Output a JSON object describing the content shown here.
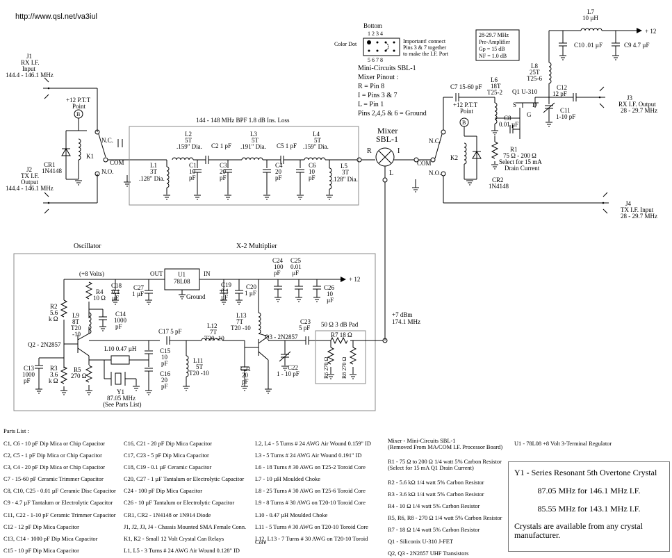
{
  "url": "http://www.qsl.net/va3iul",
  "labels": {
    "j1": "J1",
    "j1a": "RX I.F.",
    "j1b": "Input",
    "j1c": "144.4 - 146.1 MHz",
    "j2": "J2",
    "j2a": "TX I.F.",
    "j2b": "Output",
    "j2c": "144.4 - 146.1 MHz",
    "ptt1a": "+12 P.T.T",
    "ptt1b": "Point",
    "b": "B",
    "cr1": "CR1",
    "cr1b": "1N4148",
    "k1": "K1",
    "nc": "N.C.",
    "no": "N.O.",
    "com": "COM",
    "bpf": "144 - 148  MHz BPF  1.8 dB Ins. Loss",
    "l1": "L1",
    "l1b": "3T",
    "l1c": ".128\" Dia.",
    "l2": "L2",
    "l2b": "5T",
    "l2c": ".159\" Dia.",
    "c1": "C1",
    "c1b": "10",
    "c1c": "pF",
    "c2": "C2 1 pF",
    "c3": "C3",
    "c3b": "20",
    "c3c": "pF",
    "l3": "L3",
    "l3b": "5T",
    "l3c": ".191\" Dia.",
    "c4": "C4",
    "c4b": "20",
    "c4c": "pF",
    "c5": "C5 1 pF",
    "l4": "L4",
    "l4b": "5T",
    "l4c": ".159\" Dia.",
    "c6": "C6",
    "c6b": "10",
    "c6c": "pF",
    "l5": "L5",
    "l5b": "3T",
    "l5c": ".128\" Dia.",
    "mixer": "Mixer",
    "sbl": "SBL-1",
    "r": "R",
    "i": "I",
    "l": "L",
    "bottom": "Bottom",
    "pins_top": "1   2   3   4",
    "pins_bot": "5   6   7   8",
    "color_dot": "Color Dot",
    "important1": "Important! connect",
    "important2": "Pins 3 & 7 together",
    "important3": "to make the I.F. Port",
    "mc1": "Mini-Circuits SBL-1",
    "mc2": "Mixer Pinout :",
    "mc3": "R = Pin 8",
    "mc4": "I = Pins 3 & 7",
    "mc5": "L = Pin 1",
    "mc6": "Pins 2,4,5 & 6 = Ground",
    "pre1": "28-29.7 MHz",
    "pre2": "Pre-Amplifier",
    "pre3": "Gp = 15 dB",
    "pre4": "NF = 1.0 dB",
    "l7": "L7",
    "l7b": "10 µH",
    "plus12": "+ 12",
    "c10": "C10 .01 µF",
    "c9": "C9 4.7 µF",
    "l8": "L8",
    "l8b": "25T",
    "l8c": "T25-6",
    "c12": "C12",
    "c12b": "12 pF",
    "j3": "J3",
    "j3a": "RX I.F. Output",
    "j3b": "28 - 29.7 MHz",
    "c7": "C7 15-60 pF",
    "l6": "L6",
    "l6b": "18T",
    "l6c": "T25-2",
    "q1": "Q1 U-310",
    "s": "S",
    "d": "D",
    "g": "G",
    "c11": "C11",
    "c11b": "1-10 pF",
    "ptt2a": "+12 P.T.T",
    "ptt2b": "Point",
    "c8": "C8",
    "c8b": "0.01 µF",
    "r1": "R1",
    "r1b": "75 Ω - 200 Ω",
    "r1c": "Select for 15 mA",
    "r1d": "Drain Current",
    "k2": "K2",
    "cr2": "CR2",
    "cr2b": "1N4148",
    "j4": "J4",
    "j4a": "TX I.F. Input",
    "j4b": "28 - 29.7 MHz",
    "osc": "Oscillator",
    "mult": "X-2 Multiplier",
    "v8": "(+8 Volts)",
    "out": "OUT",
    "u1": "U1",
    "u1b": "78L08",
    "in": "IN",
    "ground": "Ground",
    "c24": "C24",
    "c24b": "100",
    "c24c": "pF",
    "c25": "C25",
    "c25b": "0.01",
    "c25c": "µF",
    "plus12b": "+ 12",
    "r4": "R4",
    "r4b": "10 Ω",
    "c18": "C18",
    "c18b": "0.1",
    "c18c": "µF",
    "c27": "C27",
    "c27b": "1 µF",
    "c19": "C19",
    "c19b": "0.1",
    "c19c": "µF",
    "c20": "C20",
    "c20b": "1 µF",
    "c26": "C26",
    "c26b": "10",
    "c26c": "µF",
    "r2": "R2",
    "r2b": "5.6",
    "r2c": "k Ω",
    "c14": "C14",
    "c14b": "1000",
    "c14c": "pF",
    "l9": "L9",
    "l9b": "8T",
    "l9c": "T20",
    "l9d": "-10",
    "l13": "L13",
    "l13b": "7T",
    "l13c": "T20 -10",
    "c17": "C17 5 pF",
    "l12": "L12",
    "l12b": "7T",
    "l12c": "T20 -10",
    "q3": "Q3 - 2N2857",
    "c23": "C23",
    "c23b": "5 pF",
    "pad": "50 Ω 3 dB Pad",
    "r7": "R7 18 Ω",
    "v7": "+7 dBm",
    "v7b": "174.1 MHz",
    "q2": "Q2 - 2N2857",
    "l10": "L10 0.47 µH",
    "c15": "C15",
    "c15b": "10",
    "c15c": "pF",
    "l11": "L11",
    "l11b": "5T",
    "l11c": "T20 -10",
    "c21": "C21",
    "c21b": "20",
    "c21c": "pF",
    "c22": "C22",
    "c22b": "1 - 10 pF",
    "r6": "R6 270 Ω",
    "r8": "R8 270 Ω",
    "c13": "C13",
    "c13b": "1000",
    "c13c": "pF",
    "r3": "R3",
    "r3b": "3.6",
    "r3c": "k Ω",
    "r5": "R5",
    "r5b": "270 Ω",
    "c16": "C16",
    "c16b": "20",
    "c16c": "pF",
    "y1": "Y1",
    "y1b": "87.05 MHz",
    "y1c": "(See Parts List)"
  },
  "parts_title": "Parts List :",
  "parts": {
    "col1": [
      "C1, C6 - 10 pF Dip Mica or Chip Capacitor",
      "C2, C5 - 1 pF Dip Mica or Chip Capacitor",
      "C3, C4 - 20 pF Dip Mica or Chip Capacitor",
      "C7 - 15-60 pF Ceramic Trimmer Capacitor",
      "C8, C10, C25 - 0.01 µF Ceramic Disc Capacitor",
      "C9 - 4.7 µF Tantalum or Electrolytic Capacitor",
      "C11, C22 - 1-10 pF Ceramic Trimmer Capacitor",
      "C12 - 12 pF Dip Mica Capacitor",
      "C13, C14 - 1000 pF Dip Mica Capacitor",
      "C15 - 10 pF Dip Mica Capacitor"
    ],
    "col2": [
      "C16, C21 - 20 pF Dip Mica Capacitor",
      "C17, C23 - 5 pF Dip Mica Capacitor",
      "C18, C19 - 0.1 µF Ceramic Capacitor",
      "C20, C27 - 1 µF Tantalum or Electrolytic Capacitor",
      "C24 - 100 pF Dip Mica Capacitor",
      "C26 - 10 µF Tantalum or Electrolytic Capacitor",
      "CR1, CR2 - 1N4148 or 1N914 Diode",
      "J1, J2, J3, J4 - Chassis Mounted SMA Female Conn.",
      "K1, K2 - Small 12 Volt Crystal Can Relays",
      "L1, L5 - 3 Turns # 24 AWG Air Wound 0.128\" ID"
    ],
    "col3": [
      "L2, L4 - 5 Turns # 24 AWG Air Wound 0.159\" ID",
      "L3 - 5 Turns # 24 AWG Air Wound 0.191\" ID",
      "L6 - 18 Turns # 30 AWG on T25-2 Toroid Core",
      "L7 - 10 µH Moulded Choke",
      "L8 - 25 Turns # 30 AWG on T25-6 Toroid Core",
      "L9 - 8 Turns # 30 AWG on T20-10 Toroid Core",
      "L10 - 0.47 µH Moulded Choke",
      "L11 - 5 Turns # 30 AWG on T20-10 Toroid Core",
      "L12, L13 - 7 Turns # 30 AWG on T20-10 Toroid",
      "Core"
    ],
    "col4": [
      "Mixer - Mini-Circuits SBL-1",
      "(Removed From MA/COM I.F. Processor Board)",
      "R1 - 75 Ω to 200 Ω 1/4 watt 5% Carbon Resistor",
      "(Select for 15 mA Q1 Drain Current)",
      "R2 - 5.6 kΩ 1/4 watt 5% Carbon Resistor",
      "R3 - 3.6 kΩ 1/4 watt 5% Carbon Resistor",
      "R4 - 10 Ω 1/4 watt 5% Carbon Resistor",
      "R5, R6, R8 - 270 Ω 1/4 watt 5% Carbon Resistor",
      "R7 - 18 Ω 1/4 watt 5% Carbon Resistor",
      "Q1 - Siliconix U-310 J-FET",
      "Q2, Q3 - 2N2857 UHF Transistors"
    ],
    "col5": [
      "U1 - 78L08  +8 Volt 3-Terminal Regulator"
    ]
  },
  "crystal": {
    "title": "Y1 - Series Resonant 5th Overtone Crystal",
    "f1": "87.05 MHz for 146.1 MHz I.F.",
    "f2": "85.55 MHz for 143.1 MHz I.F.",
    "note": "Crystals are available from any crystal manufacturer."
  }
}
